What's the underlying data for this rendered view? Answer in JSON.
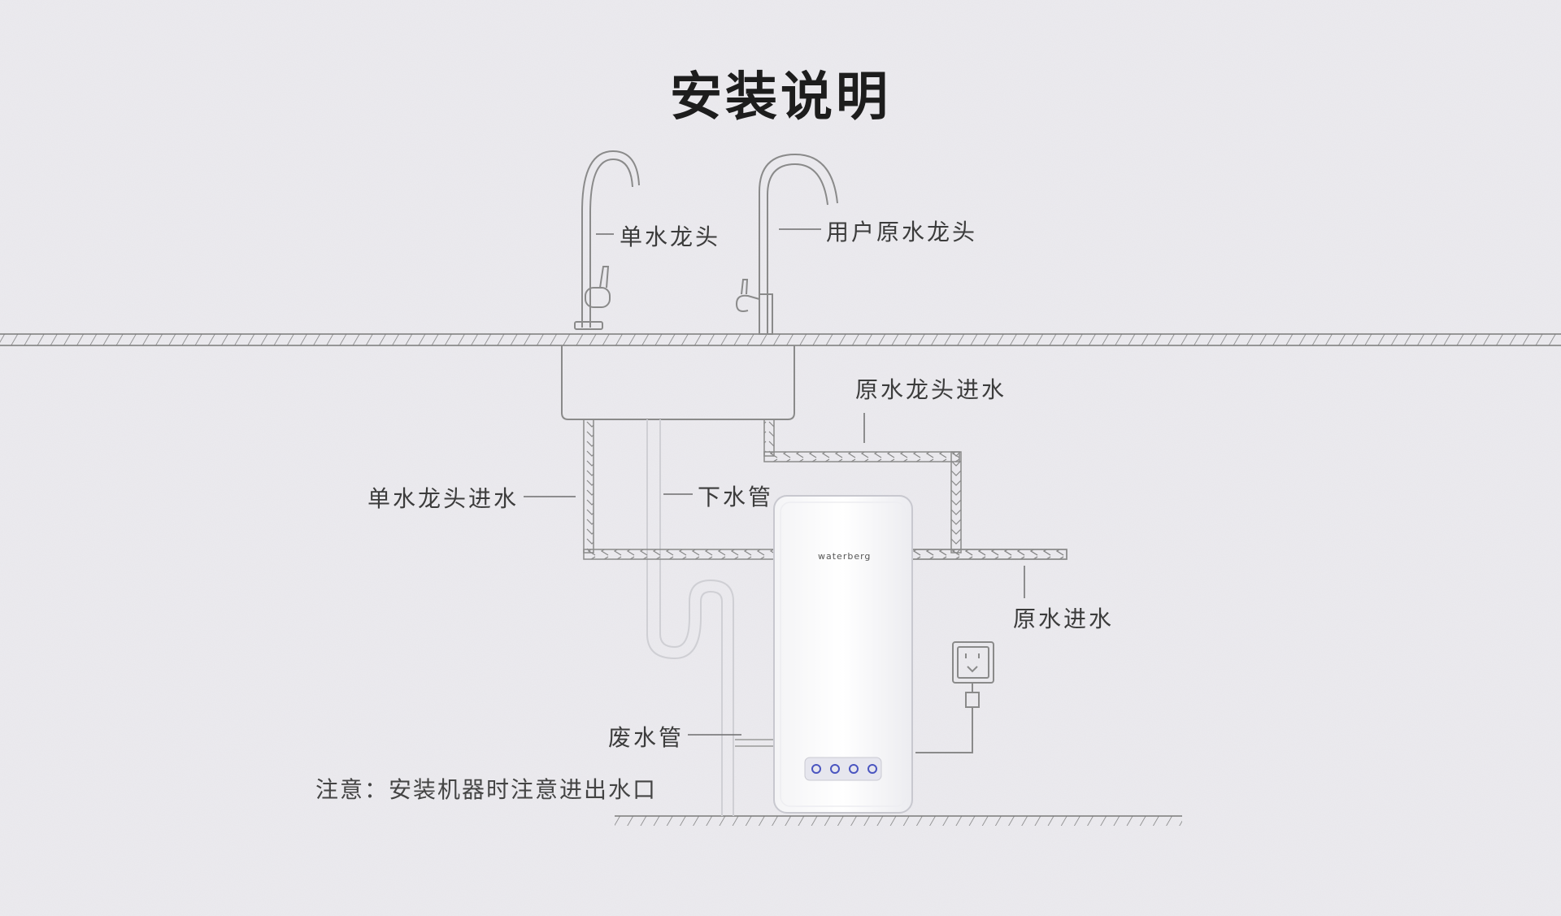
{
  "title": "安装说明",
  "labels": {
    "single_faucet": "单水龙头",
    "user_raw_faucet": "用户原水龙头",
    "raw_faucet_inlet": "原水龙头进水",
    "single_faucet_inlet": "单水龙头进水",
    "drain_pipe": "下水管",
    "raw_water_inlet": "原水进水",
    "waste_pipe": "废水管"
  },
  "note": "注意：安装机器时注意进出水口",
  "device": {
    "brand": "waterberg"
  },
  "colors": {
    "background": "#ecebef",
    "line": "#8a8a8a",
    "title": "#1d1d1d",
    "indicator": "#4a55c0"
  }
}
